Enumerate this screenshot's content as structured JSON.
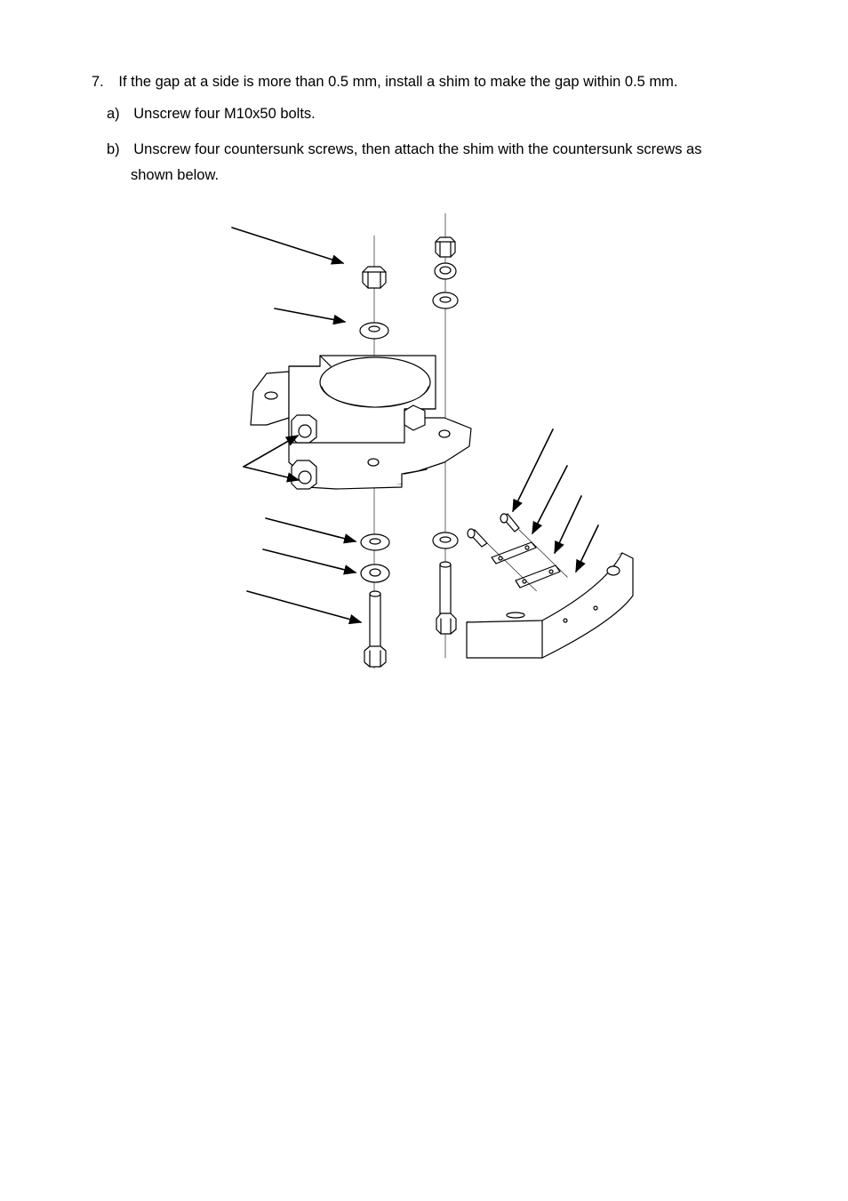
{
  "step": {
    "number": "7.",
    "text": "If the gap at a side is more than 0.5 mm, install a shim to make the gap within 0.5 mm."
  },
  "substeps": [
    {
      "label": "a)",
      "text": "Unscrew four M10x50 bolts."
    },
    {
      "label": "b)",
      "text": "Unscrew four countersunk screws, then attach the shim with the countersunk screws as",
      "continuation": "shown below."
    }
  ]
}
